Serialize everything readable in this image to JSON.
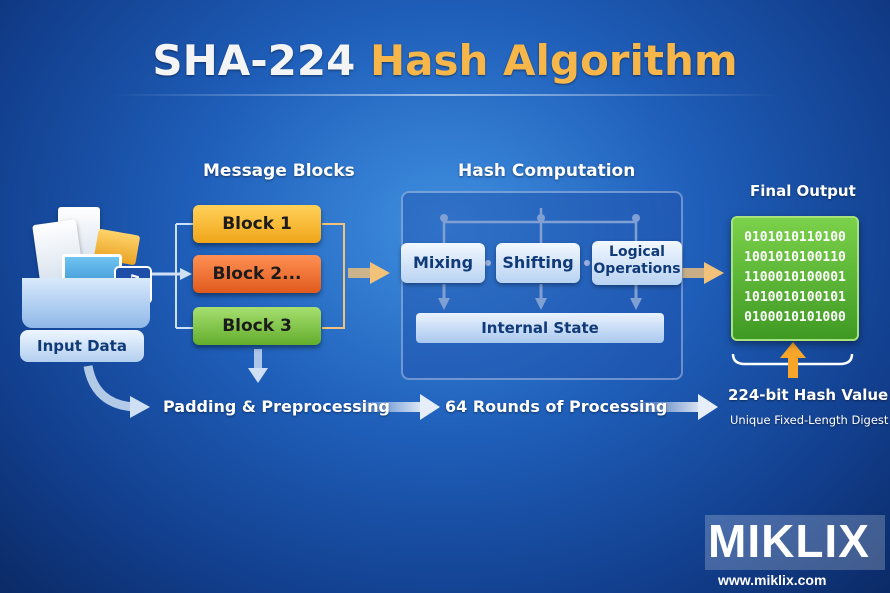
{
  "title": {
    "part1": "SHA-224",
    "part2": "Hash Algorithm"
  },
  "message_blocks": {
    "heading": "Message Blocks",
    "blocks": [
      "Block 1",
      "Block 2...",
      "Block 3"
    ]
  },
  "input": {
    "label": "Input Data"
  },
  "hash_computation": {
    "heading": "Hash Computation",
    "operations": [
      "Mixing",
      "Shifting",
      "Logical",
      "Operations"
    ],
    "state": "Internal State"
  },
  "final_output": {
    "heading": "Final Output",
    "binary": [
      "0101010110100",
      "1001010100110",
      "1100010100001",
      "1010010100101",
      "0100010101000"
    ],
    "value": "224-bit Hash Value",
    "subtitle": "Unique Fixed-Length Digest"
  },
  "flow": {
    "step1": "Padding & Preprocessing",
    "step2": "64 Rounds of Processing"
  },
  "watermark": {
    "brand": "MIKLIX",
    "url": "www.miklix.com"
  },
  "colors": {
    "accent_orange": "#f7b64a",
    "block1": "#f1a619",
    "block2": "#e05a1c",
    "block3": "#63ad2c",
    "output_green": "#3f9a24"
  }
}
